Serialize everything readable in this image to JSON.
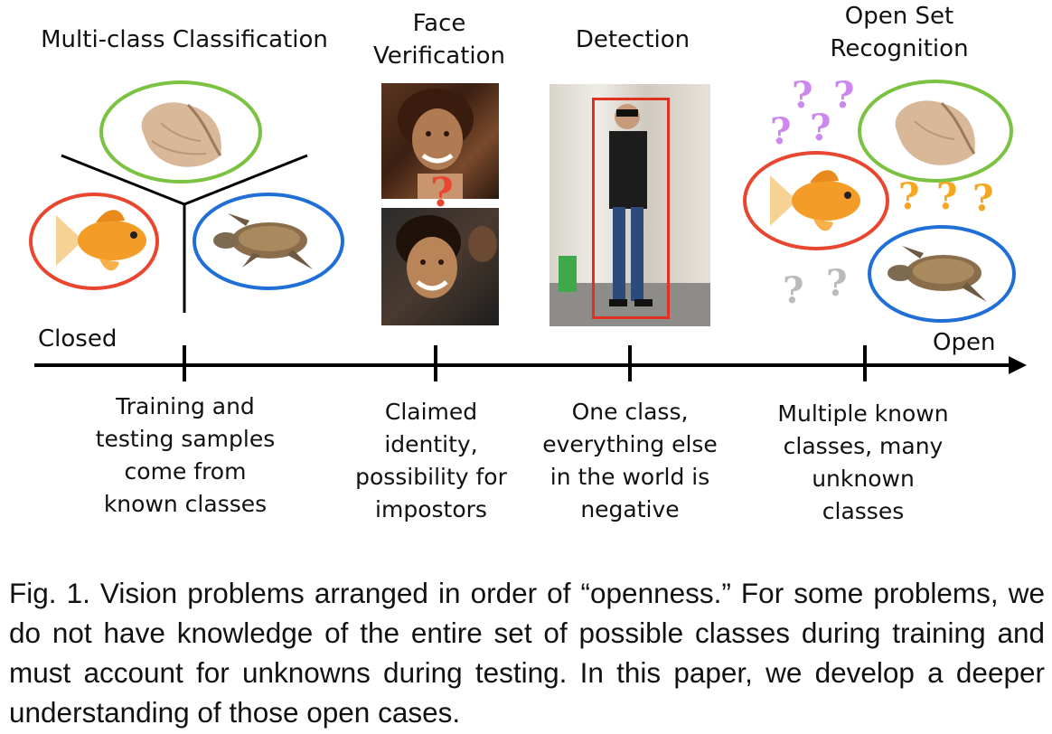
{
  "headers": {
    "multiclass": "Multi-class Classification",
    "face": "Face\nVerification",
    "detection": "Detection",
    "openset": "Open Set\nRecognition"
  },
  "axis": {
    "left_label": "Closed",
    "right_label": "Open"
  },
  "descriptions": {
    "multiclass": "Training and\ntesting samples\ncome from\nknown classes",
    "face": "Claimed\nidentity,\npossibility for\nimpostors",
    "detection": "One class,\neverything else\nin the world is\nnegative",
    "openset": "Multiple known\nclasses, many\nunknown\nclasses"
  },
  "question_mark": "?",
  "caption": "Fig. 1. Vision problems arranged in order of “openness.” For some problems, we do not have knowledge of the entire set of possible classes during training and must account for unknowns during testing. In this paper, we develop a deeper understanding of those open cases.",
  "colors": {
    "red_circle": "#e8462e",
    "green_circle": "#7cc242",
    "blue_circle": "#1f6fd6",
    "purple_q": "#cc88ee",
    "orange_q": "#f5a623",
    "gray_q": "#bbbbbb",
    "detection_box": "#e03020"
  }
}
